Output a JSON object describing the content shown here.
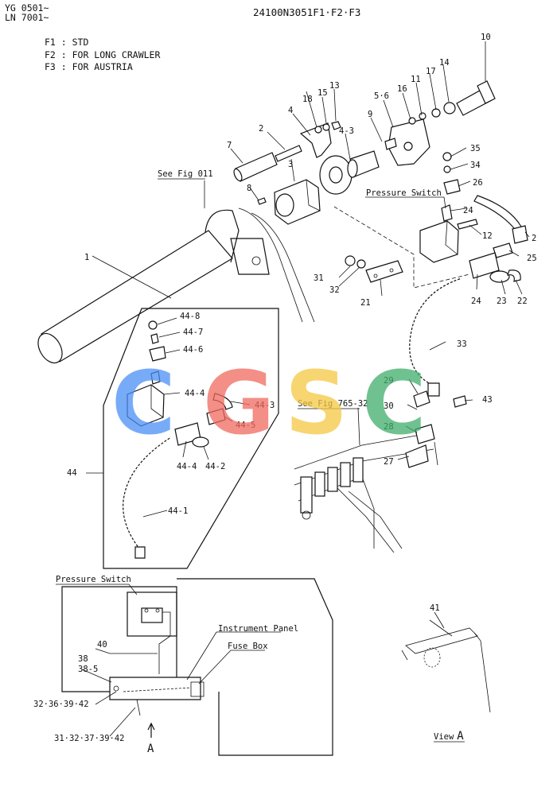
{
  "header": {
    "serial_1": "YG 0501~",
    "serial_2": "LN 7001~",
    "drawing_no": "24100N3051F1·F2·F3"
  },
  "legend": {
    "f1": "F1 : STD",
    "f2": "F2 : FOR  LONG  CRAWLER",
    "f3": "F3 : FOR  AUSTRIA"
  },
  "notes": {
    "see_fig_011": "See Fig 011",
    "see_fig_765": "See Fig 765-32",
    "pressure_switch": "Pressure Switch",
    "pressure_switch_2": "Pressure Switch",
    "instrument_panel": "Instrument Panel",
    "fuse_box": "Fuse Box",
    "view_a": "View",
    "view_a_letter": "A",
    "arrow_a_letter": "A"
  },
  "callouts": {
    "p1": "1",
    "p2": "2",
    "p2b": "2",
    "p3": "3",
    "p4": "4",
    "p43": "4-3",
    "p56": "5·6",
    "p7": "7",
    "p8": "8",
    "p9": "9",
    "p10": "10",
    "p11": "11",
    "p12": "12",
    "p13": "13",
    "p14": "14",
    "p15": "15",
    "p16": "16",
    "p17": "17",
    "p18": "18",
    "p21": "21",
    "p22": "22",
    "p23": "23",
    "p24a": "24",
    "p24b": "24",
    "p25": "25",
    "p26": "26",
    "p27": "27",
    "p28": "28",
    "p29": "29",
    "p30": "30",
    "p31": "31",
    "p32": "32",
    "p33": "33",
    "p34": "34",
    "p35": "35",
    "p40": "40",
    "p41": "41",
    "p43b": "43",
    "p44": "44",
    "p44_1": "44-1",
    "p44_2": "44-2",
    "p44_3": "44-3",
    "p44_4a": "44-4",
    "p44_4b": "44-4",
    "p44_5": "44-5",
    "p44_6": "44-6",
    "p44_7": "44-7",
    "p44_8": "44-8",
    "p38": "38",
    "p38_5": "38-5",
    "p32_group": "32·36·39·42",
    "p31_group": "31·32·37·39·42"
  },
  "watermark": {
    "letters": [
      "C",
      "G",
      "S",
      "C"
    ],
    "colors": [
      "#4a8ff5",
      "#f06a60",
      "#f5c842",
      "#3fae6a"
    ]
  }
}
